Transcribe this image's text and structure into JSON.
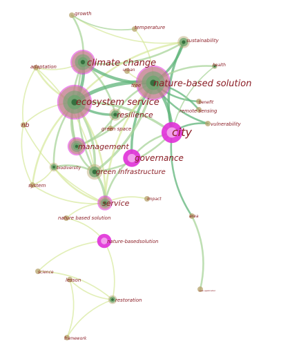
{
  "colors": {
    "label": "#8a1c24",
    "edge_light": "#d6e89a",
    "edge_mid": "#a8d49a",
    "edge_dark": "#5fb47a",
    "node_green": "#6aa56e",
    "node_magenta": "#e030d8",
    "node_tan": "#b7a36c"
  },
  "network": {
    "nodes": [
      {
        "id": "growth",
        "label": "growth",
        "weight": 1,
        "tone": "tan"
      },
      {
        "id": "temperature",
        "label": "temperature",
        "weight": 1,
        "tone": "tan"
      },
      {
        "id": "sustainability",
        "label": "sustainability",
        "weight": 3,
        "tone": "green"
      },
      {
        "id": "climate_change",
        "label": "climate change",
        "weight": 6,
        "tone": "magenta-ring"
      },
      {
        "id": "adaptation",
        "label": "adaptation",
        "weight": 1,
        "tone": "tan"
      },
      {
        "id": "urban",
        "label": "urban",
        "weight": 1,
        "tone": "tan"
      },
      {
        "id": "health",
        "label": "health",
        "weight": 1,
        "tone": "green"
      },
      {
        "id": "nature_based_solution",
        "label": "nature-based solution",
        "weight": 9,
        "tone": "magenta-ring"
      },
      {
        "id": "tree",
        "label": "tree",
        "weight": 1,
        "tone": "tan"
      },
      {
        "id": "benefit",
        "label": "benefit",
        "weight": 1,
        "tone": "tan"
      },
      {
        "id": "ecosystem_service",
        "label": "ecosystem service",
        "weight": 9,
        "tone": "magenta-ring"
      },
      {
        "id": "remote_sensing",
        "label": "remote sensing",
        "weight": 1,
        "tone": "tan"
      },
      {
        "id": "resilience",
        "label": "resilience",
        "weight": 3,
        "tone": "green"
      },
      {
        "id": "city",
        "label": "city",
        "weight": 5,
        "tone": "magenta"
      },
      {
        "id": "vulnerability",
        "label": "vulnerability",
        "weight": 1,
        "tone": "tan"
      },
      {
        "id": "nb",
        "label": "nb",
        "weight": 1,
        "tone": "tan"
      },
      {
        "id": "green_space",
        "label": "green space",
        "weight": 1,
        "tone": "tan"
      },
      {
        "id": "management",
        "label": "management",
        "weight": 4,
        "tone": "magenta-ring"
      },
      {
        "id": "governance",
        "label": "governance",
        "weight": 4,
        "tone": "magenta"
      },
      {
        "id": "biodiversity",
        "label": "biodiversity",
        "weight": 2,
        "tone": "green"
      },
      {
        "id": "green_infrastructure",
        "label": "green infrastructure",
        "weight": 4,
        "tone": "green"
      },
      {
        "id": "system",
        "label": "system",
        "weight": 1,
        "tone": "tan"
      },
      {
        "id": "impact",
        "label": "impact",
        "weight": 1,
        "tone": "tan"
      },
      {
        "id": "service",
        "label": "service",
        "weight": 3,
        "tone": "magenta-ring"
      },
      {
        "id": "nature_based_solution_2",
        "label": "nature based solution",
        "weight": 1,
        "tone": "tan"
      },
      {
        "id": "area",
        "label": "area",
        "weight": 1,
        "tone": "tan"
      },
      {
        "id": "nature_basedsolution",
        "label": "nature-basedsolution",
        "weight": 3,
        "tone": "magenta"
      },
      {
        "id": "science",
        "label": "science",
        "weight": 1,
        "tone": "tan"
      },
      {
        "id": "lesson",
        "label": "lesson",
        "weight": 1,
        "tone": "tan"
      },
      {
        "id": "restoration",
        "label": "restoration",
        "weight": 2,
        "tone": "green"
      },
      {
        "id": "case_application",
        "label": "case application",
        "weight": 1,
        "tone": "tan"
      },
      {
        "id": "framework",
        "label": "framework",
        "weight": 1,
        "tone": "tan"
      }
    ],
    "edges": [
      [
        "growth",
        "climate_change",
        2,
        "mid"
      ],
      [
        "growth",
        "sustainability",
        1,
        "light"
      ],
      [
        "temperature",
        "nature_based_solution",
        1,
        "light"
      ],
      [
        "growth",
        "temperature",
        1,
        "mid"
      ],
      [
        "sustainability",
        "nature_based_solution",
        3,
        "dark"
      ],
      [
        "sustainability",
        "city",
        3,
        "dark"
      ],
      [
        "sustainability",
        "climate_change",
        2,
        "mid"
      ],
      [
        "sustainability",
        "ecosystem_service",
        2,
        "light"
      ],
      [
        "climate_change",
        "ecosystem_service",
        4,
        "dark"
      ],
      [
        "climate_change",
        "nature_based_solution",
        4,
        "dark"
      ],
      [
        "climate_change",
        "resilience",
        2,
        "mid"
      ],
      [
        "climate_change",
        "management",
        2,
        "mid"
      ],
      [
        "climate_change",
        "adaptation",
        1,
        "light"
      ],
      [
        "climate_change",
        "green_infrastructure",
        2,
        "mid"
      ],
      [
        "ecosystem_service",
        "nature_based_solution",
        5,
        "dark"
      ],
      [
        "ecosystem_service",
        "management",
        3,
        "mid"
      ],
      [
        "ecosystem_service",
        "green_infrastructure",
        3,
        "mid"
      ],
      [
        "ecosystem_service",
        "biodiversity",
        2,
        "mid"
      ],
      [
        "ecosystem_service",
        "city",
        3,
        "mid"
      ],
      [
        "ecosystem_service",
        "resilience",
        3,
        "dark"
      ],
      [
        "ecosystem_service",
        "service",
        2,
        "light"
      ],
      [
        "ecosystem_service",
        "nb",
        1,
        "light"
      ],
      [
        "ecosystem_service",
        "adaptation",
        2,
        "light"
      ],
      [
        "ecosystem_service",
        "system",
        2,
        "light"
      ],
      [
        "nature_based_solution",
        "city",
        4,
        "dark"
      ],
      [
        "nature_based_solution",
        "vulnerability",
        2,
        "dark"
      ],
      [
        "nature_based_solution",
        "remote_sensing",
        2,
        "dark"
      ],
      [
        "nature_based_solution",
        "benefit",
        2,
        "dark"
      ],
      [
        "nature_based_solution",
        "health",
        2,
        "mid"
      ],
      [
        "nature_based_solution",
        "governance",
        3,
        "dark"
      ],
      [
        "nature_based_solution",
        "green_infrastructure",
        3,
        "mid"
      ],
      [
        "nature_based_solution",
        "resilience",
        2,
        "mid"
      ],
      [
        "nature_based_solution",
        "urban",
        1,
        "light"
      ],
      [
        "nature_based_solution",
        "tree",
        1,
        "light"
      ],
      [
        "nature_based_solution",
        "management",
        2,
        "mid"
      ],
      [
        "nature_based_solution",
        "service",
        2,
        "light"
      ],
      [
        "city",
        "vulnerability",
        2,
        "dark"
      ],
      [
        "city",
        "governance",
        2,
        "mid"
      ],
      [
        "city",
        "green_infrastructure",
        2,
        "mid"
      ],
      [
        "city",
        "area",
        2,
        "dark"
      ],
      [
        "city",
        "health",
        1,
        "mid"
      ],
      [
        "resilience",
        "green_space",
        1,
        "mid"
      ],
      [
        "resilience",
        "management",
        2,
        "mid"
      ],
      [
        "management",
        "green_infrastructure",
        2,
        "mid"
      ],
      [
        "green_infrastructure",
        "service",
        3,
        "mid"
      ],
      [
        "green_infrastructure",
        "biodiversity",
        2,
        "mid"
      ],
      [
        "biodiversity",
        "system",
        1,
        "light"
      ],
      [
        "biodiversity",
        "service",
        2,
        "light"
      ],
      [
        "service",
        "impact",
        1,
        "light"
      ],
      [
        "service",
        "nature_based_solution_2",
        1,
        "light"
      ],
      [
        "service",
        "system",
        1,
        "light"
      ],
      [
        "governance",
        "service",
        2,
        "mid"
      ],
      [
        "area",
        "case_application",
        2,
        "mid"
      ],
      [
        "nature_basedsolution",
        "nature_based_solution_2",
        1,
        "light"
      ],
      [
        "nature_basedsolution",
        "restoration",
        1,
        "light"
      ],
      [
        "nature_basedsolution",
        "science",
        1,
        "light"
      ],
      [
        "lesson",
        "framework",
        1,
        "light"
      ],
      [
        "lesson",
        "restoration",
        1,
        "light"
      ],
      [
        "science",
        "restoration",
        1,
        "light"
      ],
      [
        "restoration",
        "framework",
        1,
        "light"
      ],
      [
        "nb",
        "adaptation",
        1,
        "light"
      ],
      [
        "nb",
        "system",
        1,
        "light"
      ],
      [
        "adaptation",
        "green_infrastructure",
        1,
        "light"
      ],
      [
        "nb",
        "service",
        1,
        "light"
      ]
    ]
  }
}
